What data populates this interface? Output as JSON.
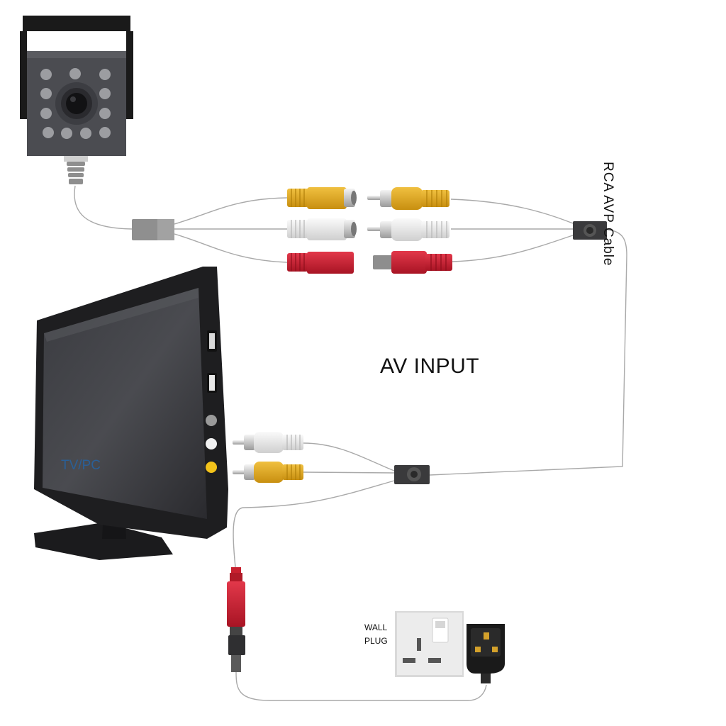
{
  "labels": {
    "av_input": "AV INPUT",
    "rca_cable": "RCA AVP  Cable",
    "wall_plug_line1": "WALL",
    "wall_plug_line2": "PLUG",
    "monitor_logo": "TV/PC"
  },
  "colors": {
    "yellow": "#e0a826",
    "white": "#e6e6e6",
    "red": "#c8202f",
    "camera_body": "#4b4c51",
    "monitor": "#1e1e20",
    "cable": "#a8a8a8",
    "socket": "#ebebeb"
  },
  "icons": [
    "security-camera-icon",
    "monitor-icon",
    "wall-socket-icon",
    "uk-power-plug-icon",
    "dc-jack-icon"
  ]
}
